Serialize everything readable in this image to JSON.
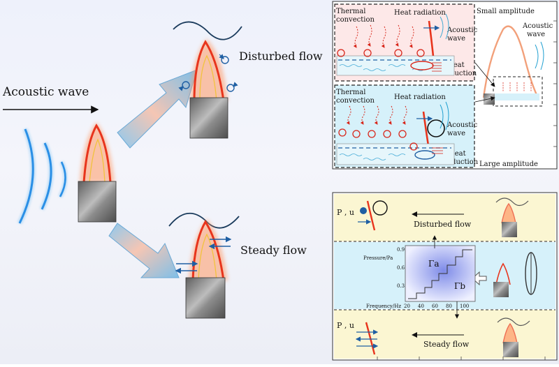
{
  "left_panel": {
    "acoustic_wave_label": "Acoustic wave",
    "disturbed_flow_label": "Disturbed flow",
    "steady_flow_label": "Steady flow"
  },
  "top_right_panel": {
    "pink_box": {
      "thermal_convection_line1": "Thermal",
      "thermal_convection_line2": "convection",
      "heat_radiation": "Heat radiation",
      "acoustic_wave_line1": "Acoustic",
      "acoustic_wave_line2": "wave",
      "heat_conduction_line1": "Heat",
      "heat_conduction_line2": "conduction"
    },
    "cyan_box": {
      "thermal_convection_line1": "Thermal",
      "thermal_convection_line2": "convection",
      "heat_radiation": "Heat radiation",
      "acoustic_wave_line1": "Acoustic",
      "acoustic_wave_line2": "wave",
      "heat_conduction_line1": "Heat",
      "heat_conduction_line2": "conduction"
    },
    "small_amplitude": "Small amplitude",
    "acoustic_wave_line1": "Acoustic",
    "acoustic_wave_line2": "wave",
    "large_amplitude": "Large amplitude"
  },
  "bottom_right_panel": {
    "top_pu_label": "P , u",
    "disturbed_flow_label": "Disturbed flow",
    "bottom_pu_label": "P , u",
    "steady_flow_label": "Steady flow",
    "inset_chart": {
      "ylabel": "Pressure/Pa",
      "xlabel": "Frequency/Hz",
      "gamma_a": "Γa",
      "gamma_b": "Γb",
      "y_ticks": [
        "0.9",
        "0.6",
        "0.3"
      ],
      "x_ticks": [
        "20",
        "40",
        "60",
        "80",
        "100"
      ]
    }
  },
  "colors": {
    "flame_red": "#e8341c",
    "flame_glow": "#ff9a66",
    "wave_blue": "#2a8fe6",
    "arrow_blue": "#1f5fa3",
    "pink_panel": "#fde8e8",
    "cyan_panel": "#d6f1fa",
    "yellow_panel": "#fbf6d2",
    "burner_gray": "#7a7a7a"
  }
}
